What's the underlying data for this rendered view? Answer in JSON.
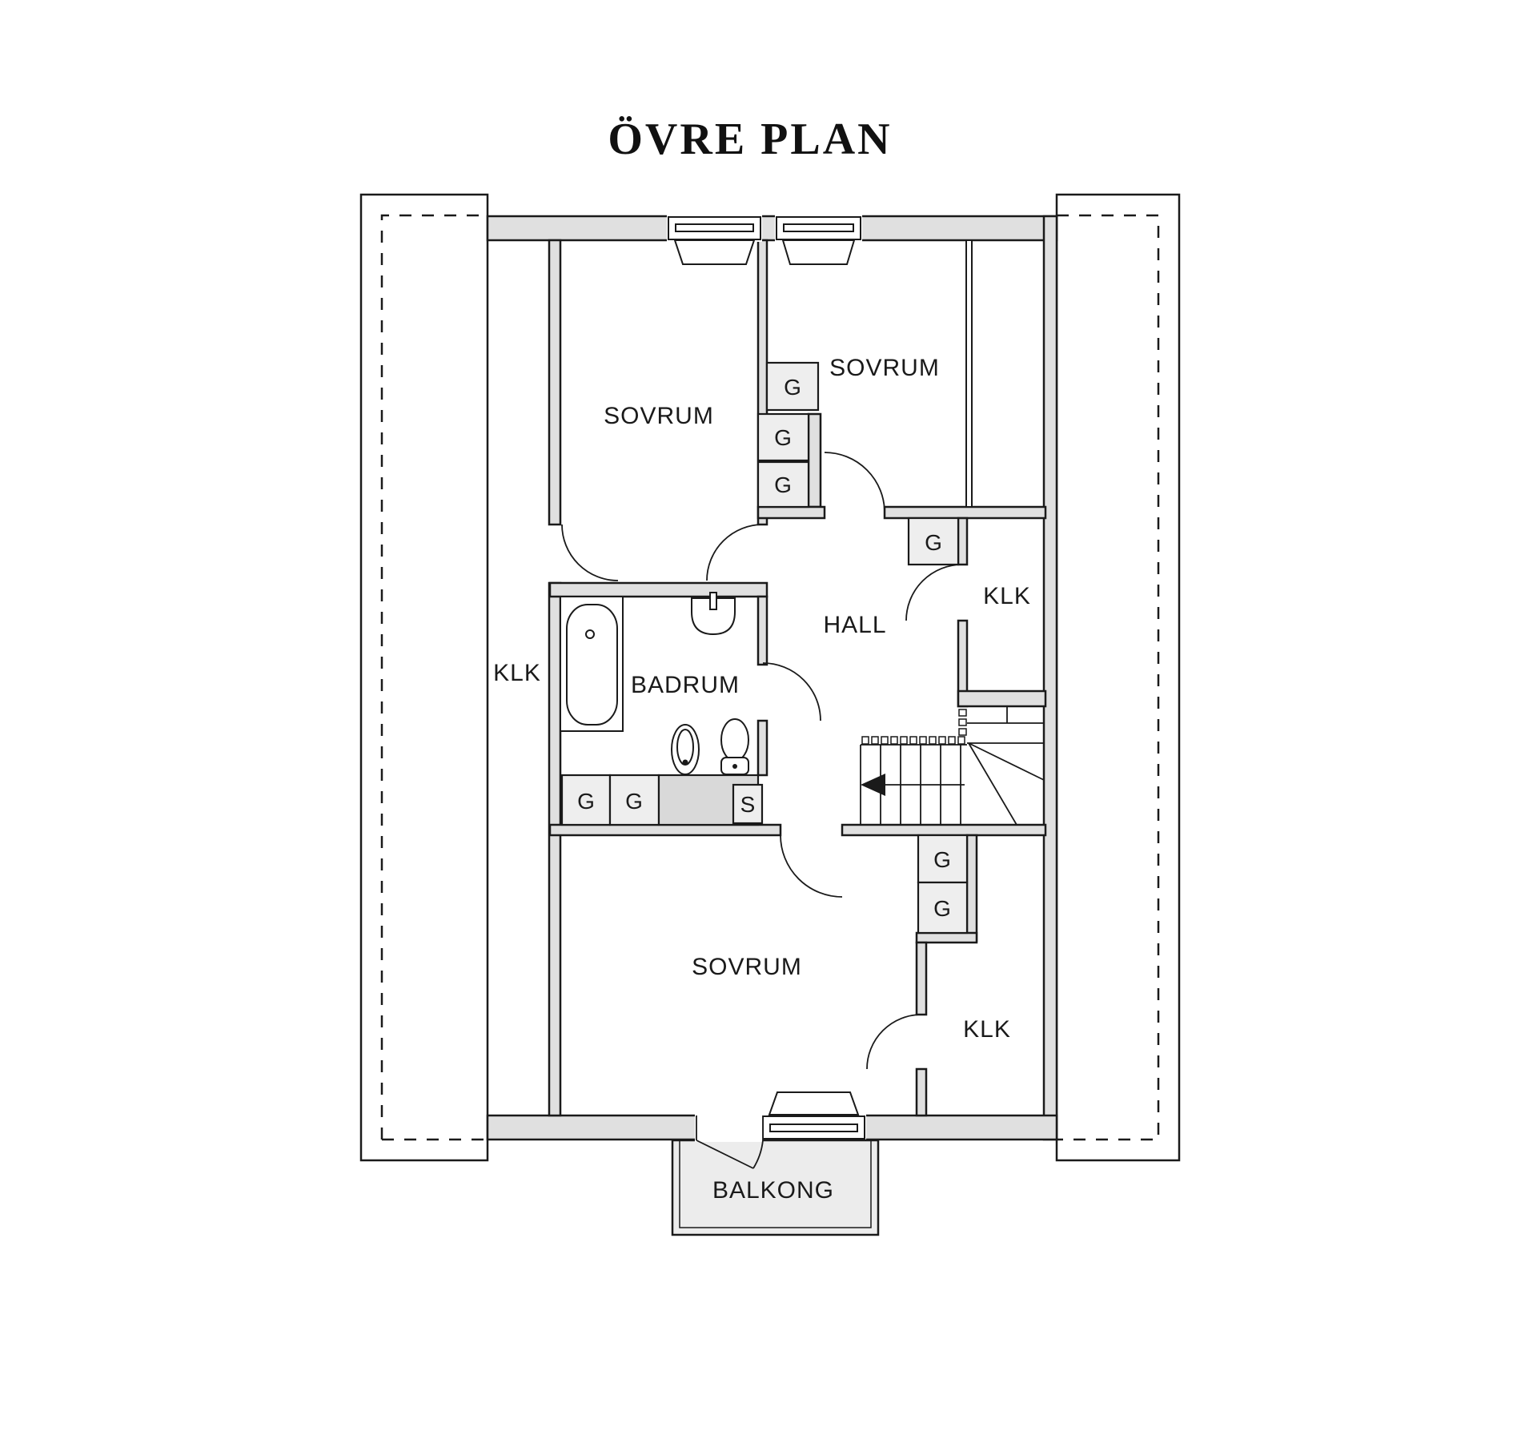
{
  "title": "ÖVRE PLAN",
  "rooms": {
    "bedroom_top_left": "SOVRUM",
    "bedroom_top_right": "SOVRUM",
    "bedroom_bottom": "SOVRUM",
    "bathroom": "BADRUM",
    "hall": "HALL",
    "closet_left": "KLK",
    "closet_mid_right": "KLK",
    "closet_bottom_right": "KLK",
    "balcony": "BALKONG"
  },
  "units": {
    "wardrobe": "G",
    "cleaning_closet": "S"
  },
  "colors": {
    "wall_fill": "#e0e0e0",
    "unit_fill": "#eeeeee",
    "duct_fill": "#d9d9d9",
    "line": "#1a1a1a",
    "background": "#ffffff"
  }
}
